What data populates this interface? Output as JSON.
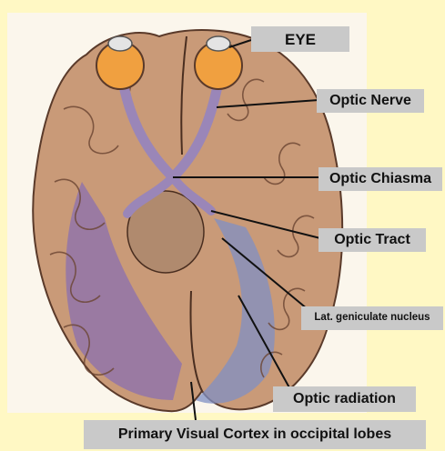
{
  "figure": {
    "top_fragment": "",
    "labels": {
      "eye": "EYE",
      "optic_nerve": "Optic Nerve",
      "optic_chiasma": "Optic Chiasma",
      "optic_tract": "Optic Tract",
      "lat_geniculate": "Lat. geniculate nucleus",
      "optic_radiation": "Optic radiation",
      "primary_visual_cortex": "Primary Visual Cortex in occipital lobes"
    }
  },
  "colors": {
    "background": "#fff8c4",
    "label_box": "#c9c9c9",
    "brain_tissue": "#c99a78",
    "brain_outline": "#5a3a2a",
    "eye_orange": "#f0a040",
    "optic_pathway": "#9a86b8",
    "visual_cortex_left": "#8a6fb0",
    "visual_cortex_right": "#7f8fc4",
    "leader_line": "#111111"
  }
}
